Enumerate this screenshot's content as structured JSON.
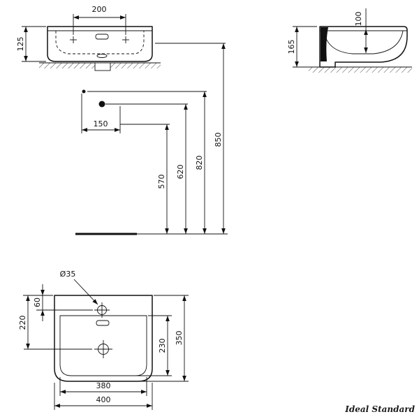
{
  "views": {
    "front": {
      "dim_spacing": "200",
      "dim_height": "125"
    },
    "side": {
      "dim_depth_inner": "100",
      "dim_height": "165"
    },
    "install": {
      "dim_drain_spacing": "150",
      "h570": "570",
      "h620": "620",
      "h820": "820",
      "h850": "850"
    },
    "plan": {
      "dia": "Ø35",
      "offset_taphole": "60",
      "offset_drain": "220",
      "inner_depth": "230",
      "depth": "350",
      "inner_width": "380",
      "width": "400"
    }
  },
  "logo": "Ideal Standard"
}
